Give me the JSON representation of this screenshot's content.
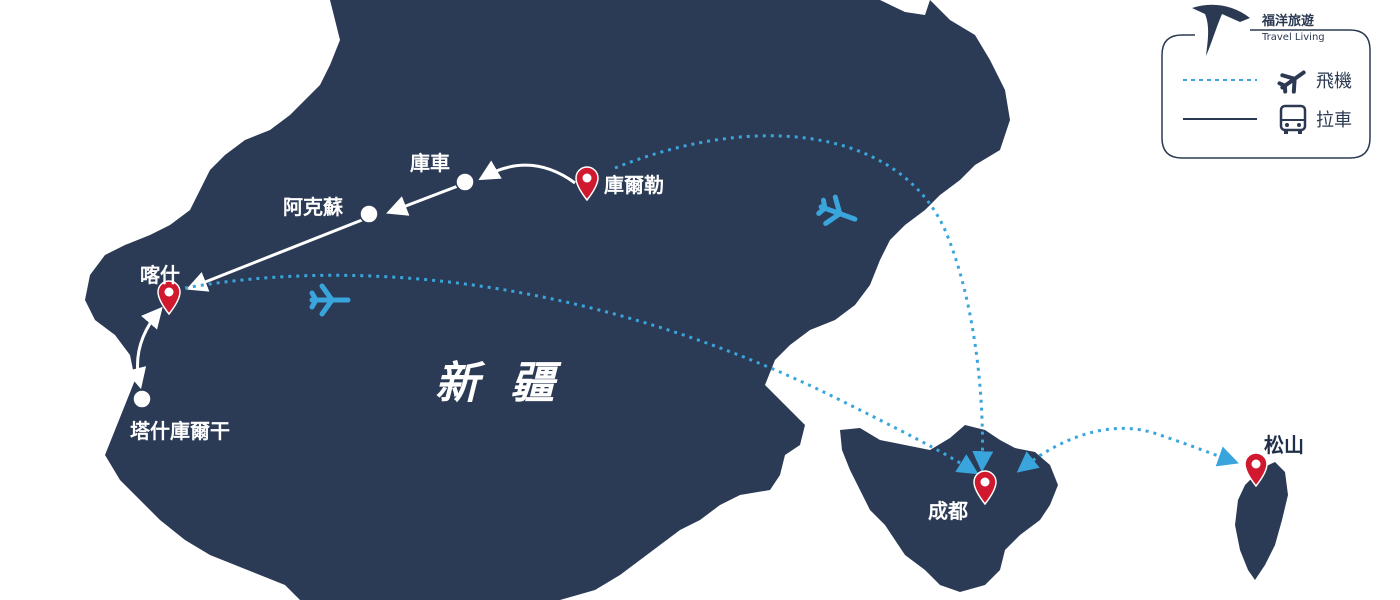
{
  "region_label": "新 疆",
  "cities": {
    "kuerle": "庫爾勒",
    "kuche": "庫車",
    "akesu": "阿克蘇",
    "kashi": "喀什",
    "tashkurgan": "塔什庫爾干",
    "chengdu": "成都",
    "songshan": "松山"
  },
  "legend": {
    "flight_label": "飛機",
    "bus_label": "拉車"
  },
  "brand": {
    "name_cn": "福洋旅遊",
    "name_en": "Travel Living"
  },
  "colors": {
    "land": "#2b3a55",
    "flight_route": "#3aa5dc",
    "bus_route": "#ffffff",
    "pin": "#d0182f",
    "legend_line": "#2b3a52"
  },
  "icons": {
    "flight": "airplane-icon",
    "bus": "bus-icon",
    "pin": "map-pin-icon",
    "stop": "city-dot-icon"
  }
}
